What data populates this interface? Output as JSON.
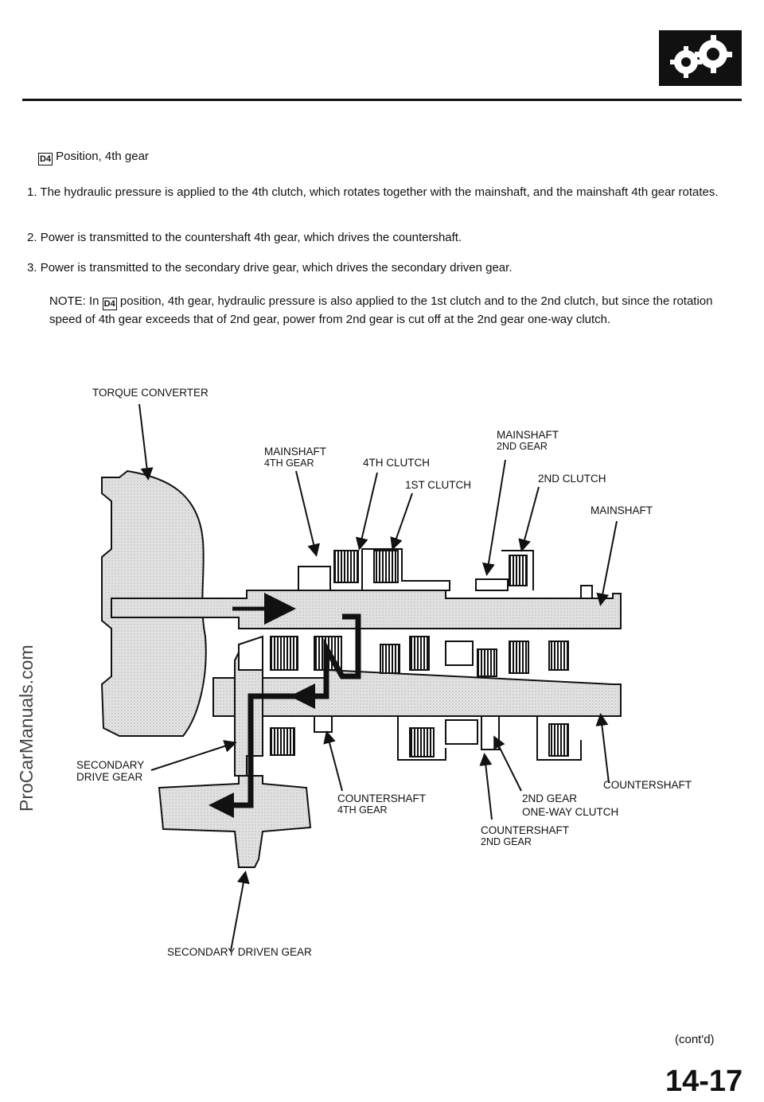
{
  "header": {
    "badge_icon": "transmission-gears-icon"
  },
  "section": {
    "position_symbol": "D4",
    "heading": "Position, 4th gear"
  },
  "steps": [
    {
      "num": "1.",
      "text": "The hydraulic pressure is applied to the 4th clutch, which rotates together with the mainshaft, and the mainshaft 4th gear rotates."
    },
    {
      "num": "2.",
      "text": "Power is transmitted to the countershaft 4th gear, which drives the countershaft."
    },
    {
      "num": "3.",
      "text": "Power is transmitted to the secondary drive gear, which drives the secondary driven gear."
    }
  ],
  "note": {
    "prefix": "NOTE: In",
    "symbol": "D4",
    "text": "position, 4th gear, hydraulic pressure is also applied to the 1st clutch and to the 2nd clutch, but since the rotation speed of 4th gear exceeds that of 2nd gear, power from 2nd gear is cut off at the 2nd gear one-way clutch."
  },
  "labels": {
    "torque_converter": "TORQUE CONVERTER",
    "mainshaft_4th_a": "MAINSHAFT",
    "mainshaft_4th_b": "4TH GEAR",
    "clutch_4th": "4TH CLUTCH",
    "clutch_1st": "1ST CLUTCH",
    "mainshaft_2nd_a": "MAINSHAFT",
    "mainshaft_2nd_b": "2ND GEAR",
    "clutch_2nd": "2ND CLUTCH",
    "mainshaft": "MAINSHAFT",
    "secondary_drive_a": "SECONDARY",
    "secondary_drive_b": "DRIVE GEAR",
    "countershaft_4th_a": "COUNTERSHAFT",
    "countershaft_4th_b": "4TH GEAR",
    "countershaft": "COUNTERSHAFT",
    "oneway_a": "2ND GEAR",
    "oneway_b": "ONE-WAY CLUTCH",
    "countershaft_2nd_a": "COUNTERSHAFT",
    "countershaft_2nd_b": "2ND GEAR",
    "secondary_driven": "SECONDARY DRIVEN GEAR"
  },
  "watermark": "ProCarManuals.com",
  "footer": {
    "contd": "(cont'd)",
    "page_number": "14-17"
  }
}
